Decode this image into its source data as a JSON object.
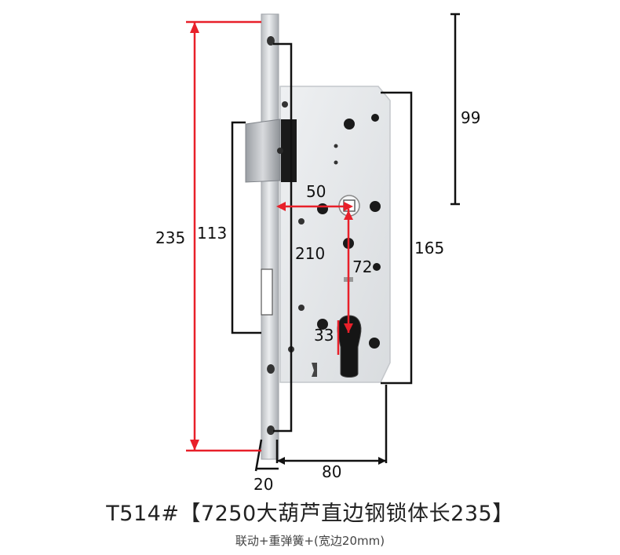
{
  "dimensions": {
    "d235": "235",
    "d113": "113",
    "d210": "210",
    "d50": "50",
    "d72": "72",
    "d33": "33",
    "d165": "165",
    "d99": "99",
    "d80": "80",
    "d20": "20"
  },
  "caption": {
    "main": "T514#【7250大葫芦直边钢锁体长235】",
    "sub": "联动+重弹簧+(宽边20mm)"
  },
  "colors": {
    "highlight": "#e8202a",
    "line": "#111111"
  }
}
